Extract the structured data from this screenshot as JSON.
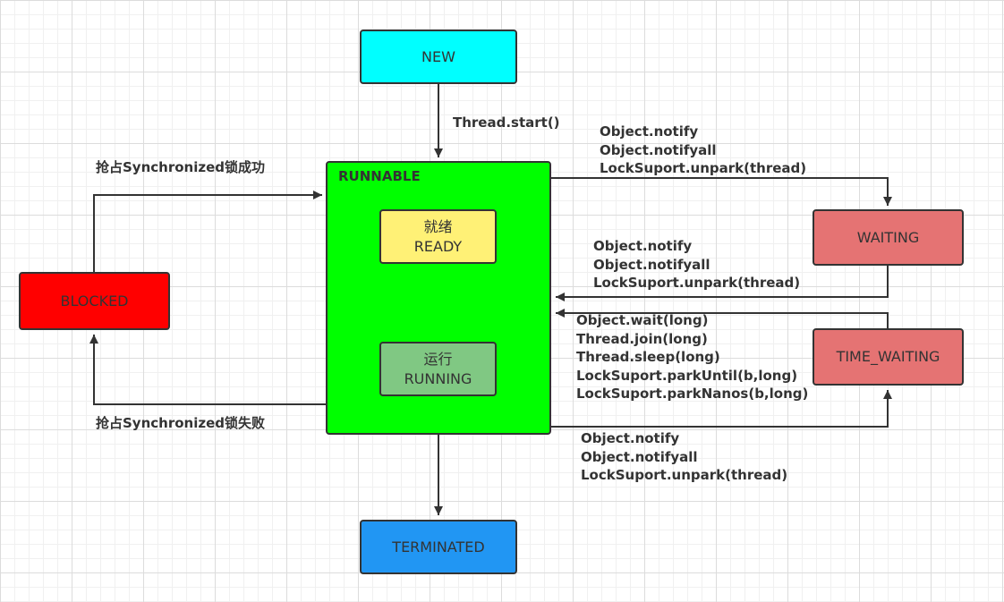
{
  "nodes": {
    "new": {
      "label": "NEW",
      "color": "#00FFFF"
    },
    "runnable": {
      "label": "RUNNABLE",
      "color": "#00FF00"
    },
    "ready": {
      "label_cn": "就绪",
      "label": "READY",
      "color": "#FFF176"
    },
    "running": {
      "label_cn": "运行",
      "label": "RUNNING",
      "color": "#80C883"
    },
    "blocked": {
      "label": "BLOCKED",
      "color": "#FF0000"
    },
    "waiting": {
      "label": "WAITING",
      "color": "#E57373"
    },
    "time_waiting": {
      "label": "TIME_WAITING",
      "color": "#E57373"
    },
    "terminated": {
      "label": "TERMINATED",
      "color": "#2196F3"
    }
  },
  "edges": {
    "start": {
      "label": "Thread.start()"
    },
    "acquire_lock": {
      "label": "抢占Synchronized锁成功"
    },
    "lock_failed": {
      "label": "抢占Synchronized锁失败"
    },
    "to_waiting": {
      "lines": [
        "Object.notify",
        "Object.notifyall",
        "LockSuport.unpark(thread)"
      ]
    },
    "from_waiting": {
      "lines": [
        "Object.notify",
        "Object.notifyall",
        "LockSuport.unpark(thread)"
      ]
    },
    "from_time_waiting": {
      "lines": [
        "Object.wait(long)",
        "Thread.join(long)",
        "Thread.sleep(long)",
        "LockSuport.parkUntil(b,long)",
        "LockSuport.parkNanos(b,long)"
      ]
    },
    "to_time_waiting": {
      "lines": [
        "Object.notify",
        "Object.notifyall",
        "LockSuport.unpark(thread)"
      ]
    }
  }
}
